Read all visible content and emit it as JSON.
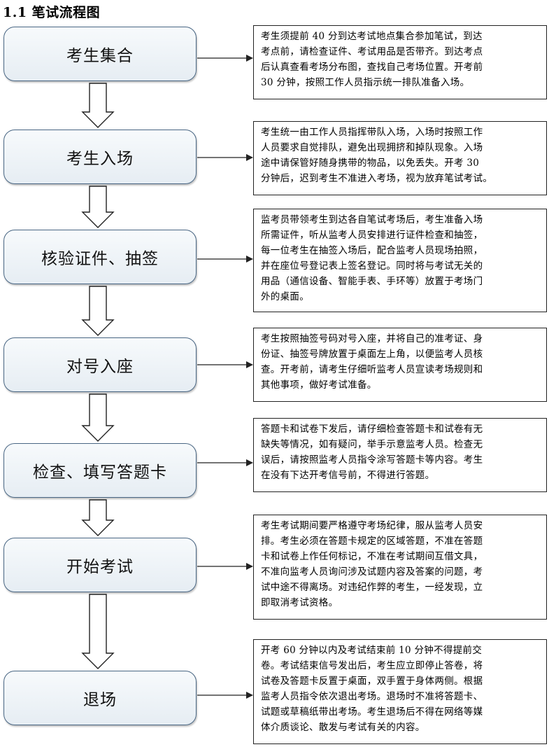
{
  "page": {
    "title": "1.1 笔试流程图"
  },
  "steps": [
    {
      "label": "考生集合",
      "desc": [
        "考生须提前 40 分到达考试地点集合参加笔试，到达",
        "考点前，请检查证件、考试用品是否带齐。到达考点",
        "后认真查看考场分布图，查找自己考场位置。开考前",
        "30 分钟，按照工作人员指示统一排队准备入场。"
      ]
    },
    {
      "label": "考生入场",
      "desc": [
        "考生统一由工作人员指挥带队入场，入场时按照工作",
        "人员要求自觉排队，避免出现拥挤和掉队现象。入场",
        "途中请保管好随身携带的物品，以免丢失。开考 30",
        "分钟后，迟到考生不准进入考场，视为放弃笔试考试。"
      ]
    },
    {
      "label": "核验证件、抽签",
      "desc": [
        "监考员带领考生到达各自笔试考场后，考生准备入场",
        "所需证件，听从监考人员安排进行证件检查和抽签，",
        "每一位考生在抽签入场后，配合监考人员现场拍照，",
        "并在座位号登记表上签名登记。同时将与考试无关的",
        "用品（通信设备、智能手表、手环等）放置于考场门",
        "外的桌面。"
      ]
    },
    {
      "label": "对号入座",
      "desc": [
        "考生按照抽签号码对号入座，并将自己的准考证、身",
        "份证、抽签号牌放置于桌面左上角，以便监考人员核",
        "查。开考前，请考生仔细听监考人员宣读考场规则和",
        "其他事项，做好考试准备。"
      ]
    },
    {
      "label": "检查、填写答题卡",
      "desc": [
        "答题卡和试卷下发后，请仔细检查答题卡和试卷有无",
        "缺失等情况，如有疑问，举手示意监考人员。检查无",
        "误后，请按照监考人员指令涂写答题卡等内容。考生",
        "在没有下达开考信号前，不得进行答题。"
      ]
    },
    {
      "label": "开始考试",
      "desc": [
        "考生考试期间要严格遵守考场纪律，服从监考人员安",
        "排。考生必须在答题卡规定的区域答题，不准在答题",
        "卡和试卷上作任何标记，不准在考试期间互借文具，",
        "不准向监考人员询问涉及试题内容及答案的问题，考",
        "试中途不得离场。对违纪作弊的考生，一经发现，立",
        "即取消考试资格。"
      ]
    },
    {
      "label": "退场",
      "desc": [
        "开考 60 分钟以内及考试结束前 10 分钟不得提前交",
        "卷。考试结束信号发出后，考生应立即停止答卷，将",
        "试卷及答题卡反置于桌面，双手置于身体两侧。根据",
        "监考人员指令依次退出考场。退场时不准将答题卡、",
        "试题或草稿纸带出考场。考生退场后不得在网络等媒",
        "体介质谈论、散发与考试有关的内容。"
      ]
    }
  ],
  "colors": {
    "step_border": "#4a6784",
    "step_fill": "#e6edf3",
    "desc_border": "#222222",
    "arrow_stroke": "#222222"
  }
}
